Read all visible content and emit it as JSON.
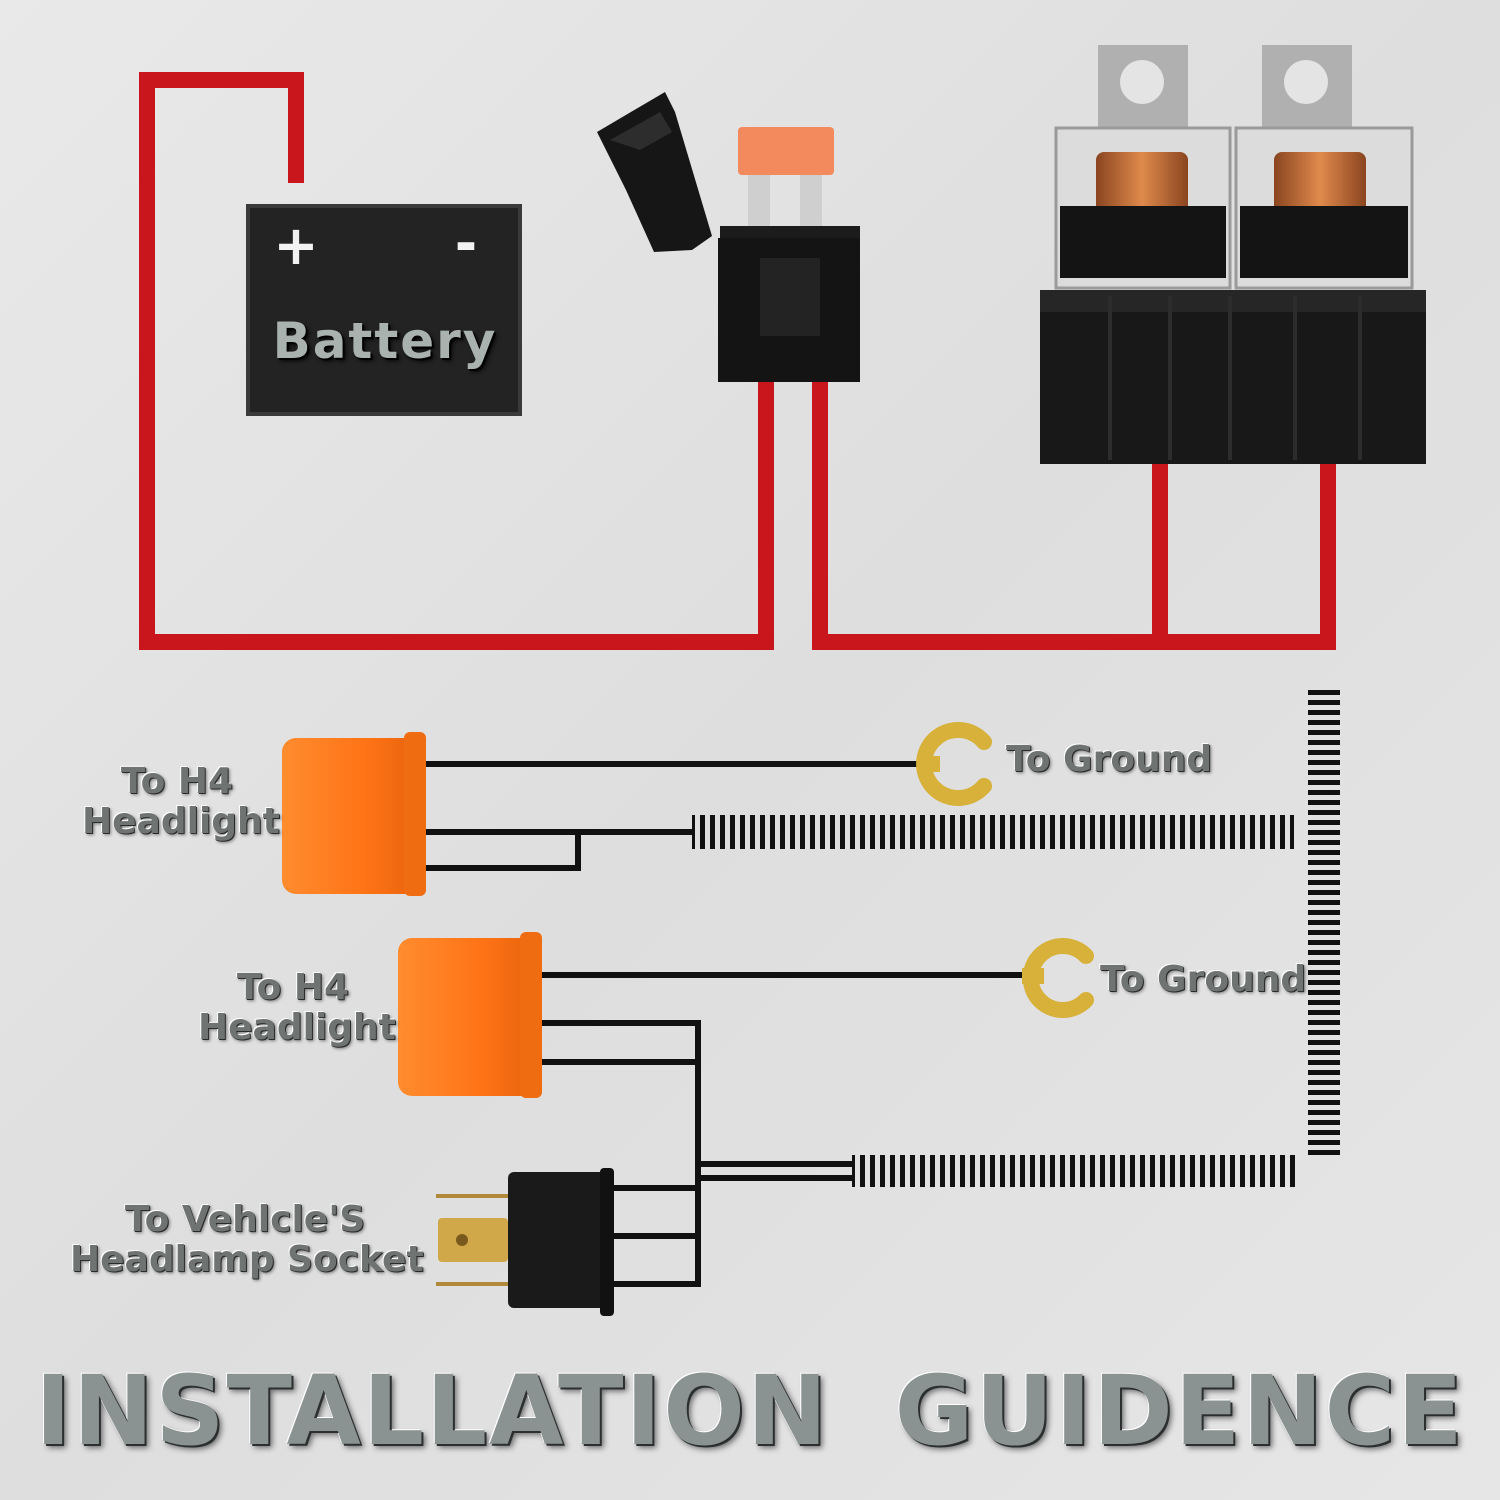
{
  "battery": {
    "positive_symbol": "+",
    "negative_symbol": "-",
    "label": "Battery"
  },
  "labels": {
    "headlight_1": [
      "To H4",
      "Headlight"
    ],
    "headlight_2": [
      "To H4",
      "Headlight"
    ],
    "ground_1": "To Ground",
    "ground_2": "To Ground",
    "vehicle_socket": [
      "To Vehlcle'S",
      "Headlamp Socket"
    ]
  },
  "title": "INSTALLATION  GUIDENCE",
  "colors": {
    "wire_red": "#c8161c",
    "wire_black": "#111111",
    "connector_orange": "#ff7a1a",
    "terminal_gold": "#d8b13a",
    "fuse_orange": "#f28a5e",
    "battery_body": "#232323",
    "relay_body": "#1b1b1b",
    "relay_coil": "#c0713a"
  },
  "icons": [
    "battery-icon",
    "fuse-holder-icon",
    "relay-icon",
    "h4-connector-icon",
    "ring-terminal-icon",
    "h4-plug-icon"
  ]
}
